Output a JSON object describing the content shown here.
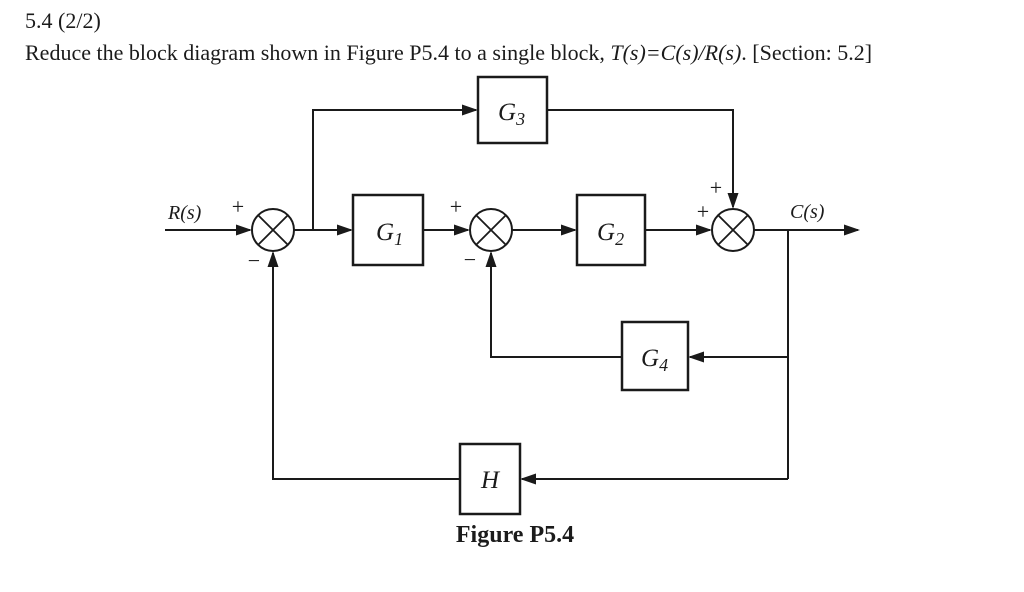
{
  "colors": {
    "ink": "#1a1a1a",
    "caption": "#b2541a",
    "background": "#ffffff"
  },
  "header": {
    "problem_number": "5.4 (2/2)",
    "instruction": {
      "prefix": "Reduce the block diagram shown in Figure P5.4 to a single block, ",
      "math": "T(s)=C(s)/R(s)",
      "suffix": ". [Section: 5.2]"
    }
  },
  "diagram": {
    "input_signal": "R(s)",
    "output_signal": "C(s)",
    "caption": "Figure P5.4",
    "caption_color": "#b2541a",
    "blocks": [
      {
        "name": "G3",
        "symbol": "G",
        "sub": "3"
      },
      {
        "name": "G1",
        "symbol": "G",
        "sub": "1"
      },
      {
        "name": "G2",
        "symbol": "G",
        "sub": "2"
      },
      {
        "name": "G4",
        "symbol": "G",
        "sub": "4"
      },
      {
        "name": "H",
        "symbol": "H",
        "sub": ""
      }
    ],
    "sums": [
      {
        "name": "sum1",
        "left_sign": "+",
        "bottom_sign": "−"
      },
      {
        "name": "sum2",
        "left_sign": "+",
        "bottom_sign": "−"
      },
      {
        "name": "sum3",
        "left_sign": "+",
        "top_sign": "+"
      }
    ]
  }
}
